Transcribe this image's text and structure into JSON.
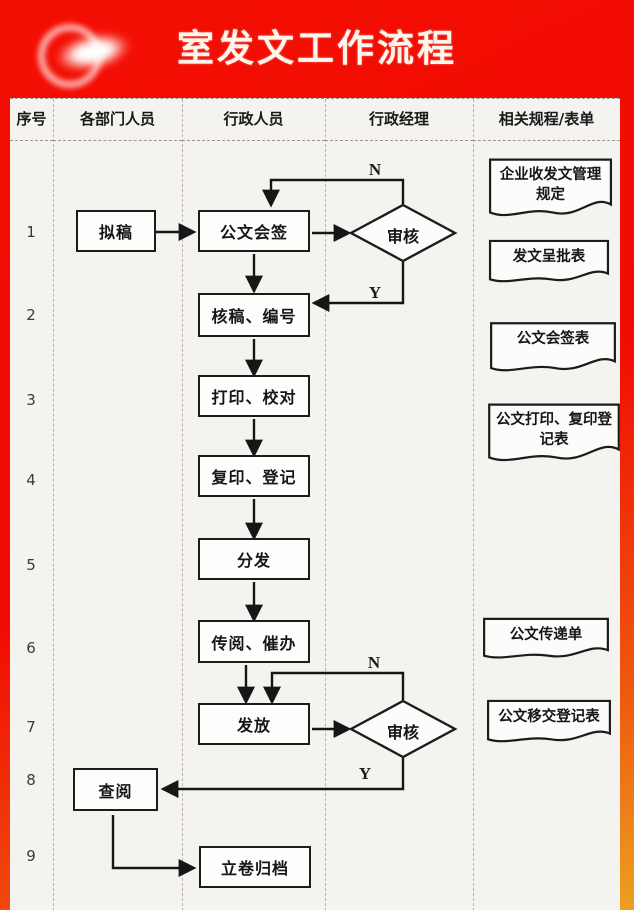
{
  "header": {
    "title": "室发文工作流程"
  },
  "table": {
    "columns": [
      "序号",
      "各部门人员",
      "行政人员",
      "行政经理",
      "相关规程/表单"
    ],
    "row_numbers": [
      "1",
      "2",
      "3",
      "4",
      "5",
      "6",
      "7",
      "8",
      "9"
    ]
  },
  "flow": {
    "nodes": {
      "draft": "拟稿",
      "countersign": "公文会签",
      "review1": "审核",
      "check_number": "核稿、编号",
      "print_proof": "打印、校对",
      "copy_register": "复印、登记",
      "distribute": "分发",
      "circulate": "传阅、催办",
      "issue": "发放",
      "review2": "审核",
      "consult": "查阅",
      "archive": "立卷归档"
    },
    "branch_labels": {
      "no": "N",
      "yes": "Y"
    },
    "edges": [
      {
        "from": "拟稿",
        "to": "公文会签"
      },
      {
        "from": "公文会签",
        "to": "审核(1)"
      },
      {
        "from": "审核(1)",
        "to": "公文会签",
        "label": "N"
      },
      {
        "from": "审核(1)",
        "to": "核稿、编号",
        "label": "Y"
      },
      {
        "from": "公文会签",
        "to": "核稿、编号"
      },
      {
        "from": "核稿、编号",
        "to": "打印、校对"
      },
      {
        "from": "打印、校对",
        "to": "复印、登记"
      },
      {
        "from": "复印、登记",
        "to": "分发"
      },
      {
        "from": "分发",
        "to": "传阅、催办"
      },
      {
        "from": "传阅、催办",
        "to": "发放"
      },
      {
        "from": "发放",
        "to": "审核(2)"
      },
      {
        "from": "审核(2)",
        "to": "发放",
        "label": "N"
      },
      {
        "from": "审核(2)",
        "to": "查阅",
        "label": "Y"
      },
      {
        "from": "查阅",
        "to": "立卷归档"
      }
    ]
  },
  "documents": [
    "企业收发文管理规定",
    "发文呈批表",
    "公文会签表",
    "公文打印、复印登记表",
    "公文传递单",
    "公文移交登记表"
  ],
  "colors": {
    "banner_red": "#f20b03",
    "gradient_gold": "#eca122",
    "sheet_bg": "#f5f3ef",
    "line_black": "#161616",
    "title_text": "#fcf6ec"
  }
}
